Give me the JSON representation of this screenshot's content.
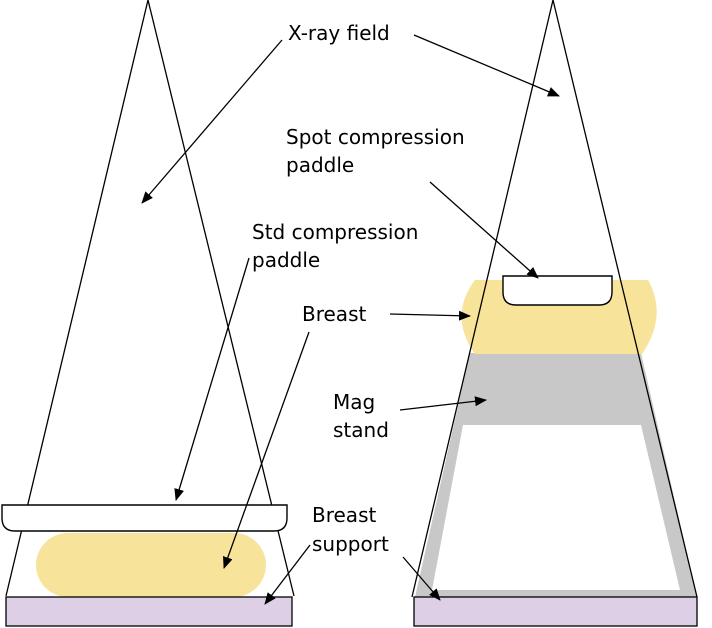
{
  "labels": {
    "xray_field": "X-ray field",
    "spot_paddle_line1": "Spot compression",
    "spot_paddle_line2": "paddle",
    "std_paddle_line1": "Std compression",
    "std_paddle_line2": "paddle",
    "breast": "Breast",
    "mag_stand_line1": "Mag",
    "mag_stand_line2": "stand",
    "breast_support_line1": "Breast",
    "breast_support_line2": "support"
  },
  "colors": {
    "breast": "#f8e39a",
    "breast_support": "#ddd0e6",
    "mag_stand": "#c8c8c8",
    "paddle": "#ffffff",
    "outline": "#000000"
  }
}
